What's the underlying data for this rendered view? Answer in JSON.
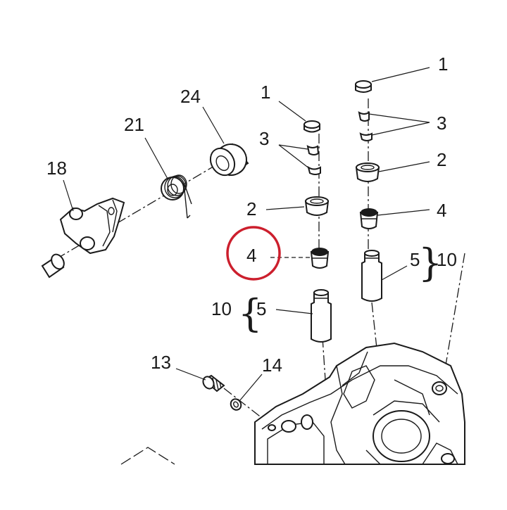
{
  "labels": {
    "left_1": "1",
    "left_3": "3",
    "left_2": "2",
    "left_4": "4",
    "left_10": "10",
    "left_5": "5",
    "right_1": "1",
    "right_3": "3",
    "right_2": "2",
    "right_4": "4",
    "right_5": "5",
    "right_10": "10",
    "p24": "24",
    "p21": "21",
    "p18": "18",
    "p13": "13",
    "p14": "14"
  },
  "highlight": {
    "label": "4",
    "color": "#cc1f2d"
  }
}
